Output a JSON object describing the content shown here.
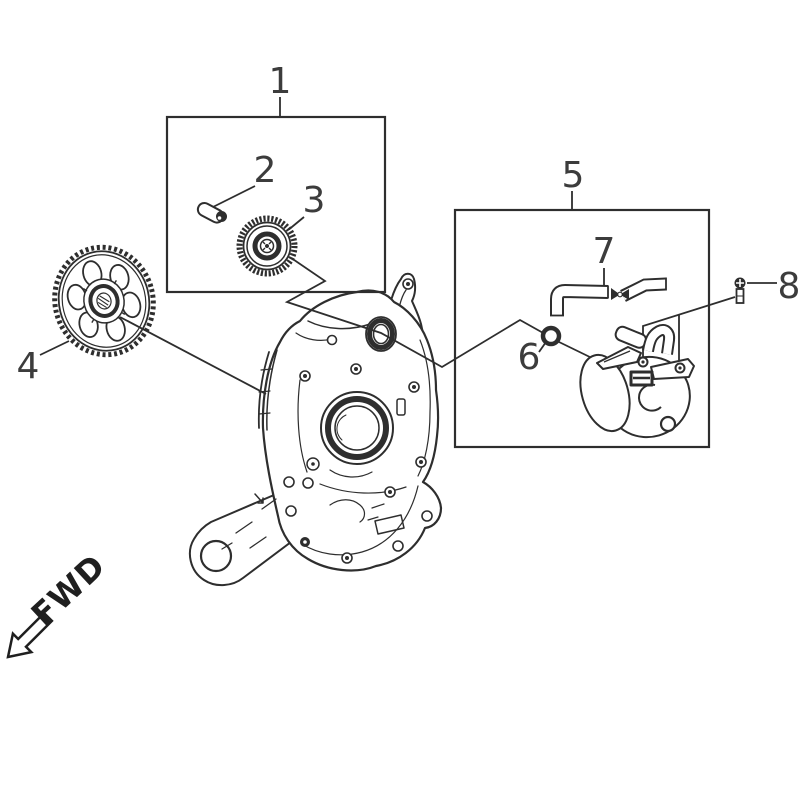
{
  "diagram": {
    "background": "#ffffff",
    "line_color": "#2e2e2e",
    "label_color": "#3c3c3c",
    "shade_color": "#8f8f8f",
    "fwd_label": "FWD",
    "callouts": [
      {
        "id": "1"
      },
      {
        "id": "2"
      },
      {
        "id": "3"
      },
      {
        "id": "4"
      },
      {
        "id": "5"
      },
      {
        "id": "6"
      },
      {
        "id": "7"
      },
      {
        "id": "8"
      }
    ]
  }
}
